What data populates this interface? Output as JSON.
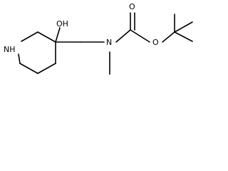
{
  "molecule": {
    "atoms": {
      "nh": "NH",
      "oh": "OH",
      "n": "N",
      "o_carbonyl": "O",
      "o_ester": "O"
    },
    "colors": {
      "bond": "#000000",
      "label": "#000000",
      "background": "#ffffff"
    }
  }
}
